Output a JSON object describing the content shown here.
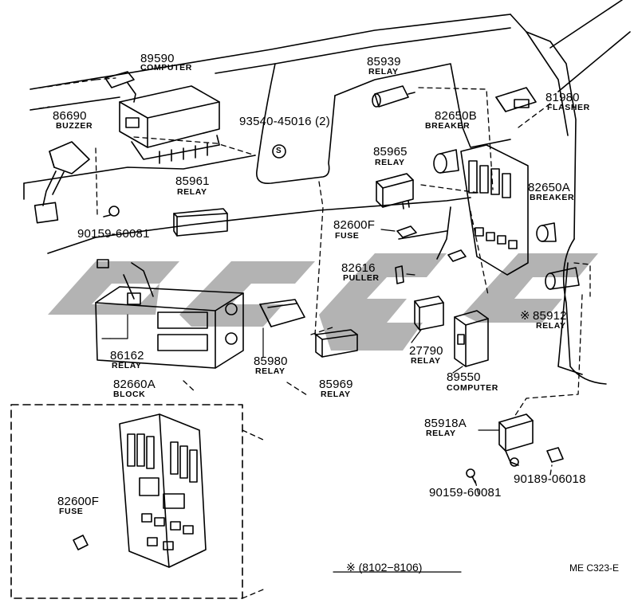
{
  "colors": {
    "ink": "#000000",
    "watermark": "#9a9a9a",
    "background": "#ffffff"
  },
  "parts": {
    "p89590": {
      "number": "89590",
      "name": "COMPUTER"
    },
    "p86690": {
      "number": "86690",
      "name": "BUZZER"
    },
    "p93540": {
      "number": "93540-45016 (2)",
      "symbol": "S"
    },
    "p85939": {
      "number": "85939",
      "name": "RELAY"
    },
    "p81980": {
      "number": "81980",
      "name": "FLASHER"
    },
    "p82650B": {
      "number": "82650B",
      "name": "BREAKER"
    },
    "p85965": {
      "number": "85965",
      "name": "RELAY"
    },
    "p82650A": {
      "number": "82650A",
      "name": "BREAKER"
    },
    "p85961": {
      "number": "85961",
      "name": "RELAY"
    },
    "p90159a": {
      "number": "90159-60081"
    },
    "p82600F_top": {
      "number": "82600F",
      "name": "FUSE"
    },
    "p82616": {
      "number": "82616",
      "name": "PULLER"
    },
    "p85912": {
      "mark": "※",
      "number": "85912",
      "name": "RELAY"
    },
    "p86162": {
      "number": "86162",
      "name": "RELAY"
    },
    "p85980": {
      "number": "85980",
      "name": "RELAY"
    },
    "p85969": {
      "number": "85969",
      "name": "RELAY"
    },
    "p27790": {
      "number": "27790",
      "name": "RELAY"
    },
    "p89550": {
      "number": "89550",
      "name": "COMPUTER"
    },
    "p82660A": {
      "number": "82660A",
      "name": "BLOCK"
    },
    "p85918A": {
      "number": "85918A",
      "name": "RELAY"
    },
    "p82600F_bot": {
      "number": "82600F",
      "name": "FUSE"
    },
    "p90159b": {
      "number": "90159-60081"
    },
    "p90189": {
      "number": "90189-06018"
    }
  },
  "footer": {
    "note": "※ (8102−8106)",
    "code": "ME C323-E"
  }
}
